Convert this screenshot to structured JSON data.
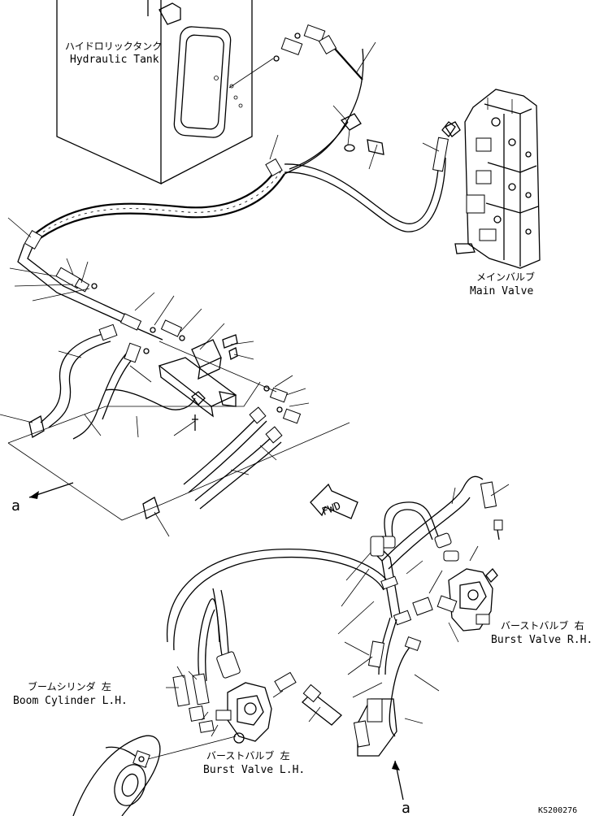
{
  "labels": {
    "hydraulic_tank_jp": "ハイドロリックタンク",
    "hydraulic_tank_en": "Hydraulic Tank",
    "main_valve_jp": "メインバルブ",
    "main_valve_en": "Main Valve",
    "burst_valve_rh_jp": "バーストバルブ 右",
    "burst_valve_rh_en": "Burst Valve R.H.",
    "burst_valve_lh_jp": "バーストバルブ 左",
    "burst_valve_lh_en": "Burst Valve L.H.",
    "boom_cylinder_lh_jp": "ブームシリンダ 左",
    "boom_cylinder_lh_en": "Boom Cylinder L.H.",
    "fwd": "FWD",
    "callout_a_top": "a",
    "callout_a_bottom": "a",
    "drawing_code": "KS200276"
  }
}
